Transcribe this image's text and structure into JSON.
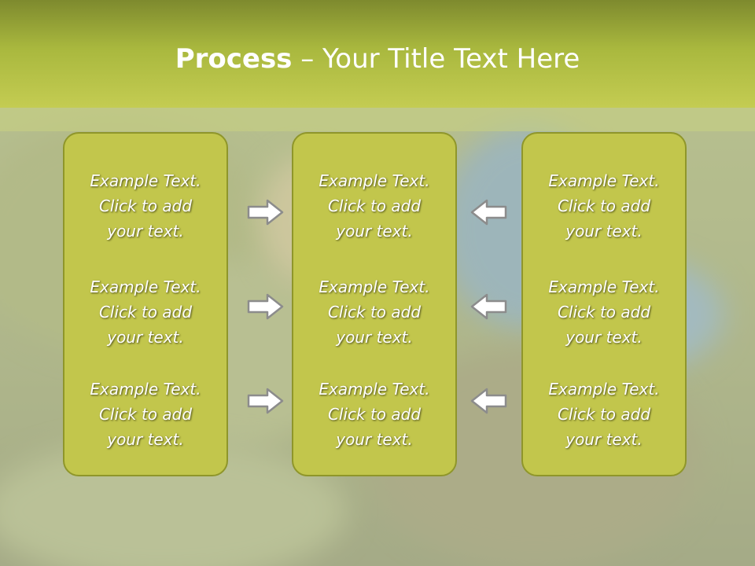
{
  "slide": {
    "title_bold": "Process",
    "title_rest": " – Your Title Text Here"
  },
  "columns": [
    {
      "items": [
        {
          "line1": "Example Text.",
          "line2": "Click  to add",
          "line3": "your text."
        },
        {
          "line1": "Example Text.",
          "line2": "Click  to add",
          "line3": "your text."
        },
        {
          "line1": "Example Text.",
          "line2": "Click  to add",
          "line3": "your text."
        }
      ]
    },
    {
      "items": [
        {
          "line1": "Example Text.",
          "line2": "Click  to add",
          "line3": "your text."
        },
        {
          "line1": "Example Text.",
          "line2": "Click  to add",
          "line3": "your text."
        },
        {
          "line1": "Example Text.",
          "line2": "Click  to add",
          "line3": "your text."
        }
      ]
    },
    {
      "items": [
        {
          "line1": "Example Text.",
          "line2": "Click  to add",
          "line3": "your text."
        },
        {
          "line1": "Example Text.",
          "line2": "Click  to add",
          "line3": "your text."
        },
        {
          "line1": "Example Text.",
          "line2": "Click  to add",
          "line3": "your text."
        }
      ]
    }
  ],
  "arrows": {
    "left_group": "arrow-right-icon",
    "right_group": "arrow-left-icon"
  },
  "colors": {
    "panel_fill": "#c2c64c",
    "panel_border": "#8f962a",
    "title_bar": "#b4c043",
    "text": "#ffffff"
  }
}
